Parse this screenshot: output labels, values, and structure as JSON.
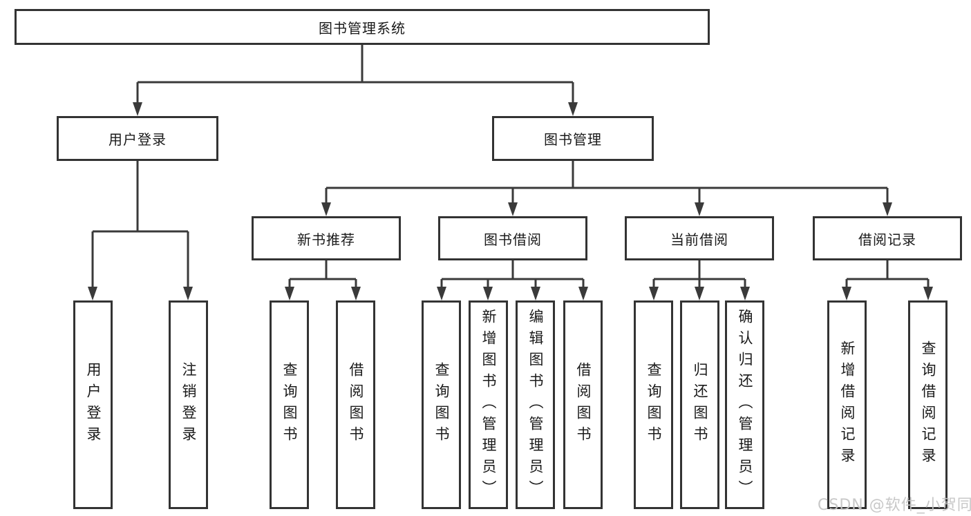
{
  "diagram": {
    "title": "图书管理系统",
    "root": {
      "label": "图书管理系统"
    },
    "level2": [
      {
        "id": "user-login",
        "label": "用户登录"
      },
      {
        "id": "book-management",
        "label": "图书管理"
      }
    ],
    "level3": [
      {
        "id": "new-book-recommend",
        "label": "新书推荐",
        "parent": "图书管理"
      },
      {
        "id": "book-borrow",
        "label": "图书借阅",
        "parent": "图书管理"
      },
      {
        "id": "current-borrow",
        "label": "当前借阅",
        "parent": "图书管理"
      },
      {
        "id": "borrow-records",
        "label": "借阅记录",
        "parent": "图书管理"
      }
    ],
    "leaves": [
      {
        "label": "用户登录",
        "parent": "用户登录"
      },
      {
        "label": "注销登录",
        "parent": "用户登录"
      },
      {
        "label": "查询图书",
        "parent": "新书推荐"
      },
      {
        "label": "借阅图书",
        "parent": "新书推荐"
      },
      {
        "label": "查询图书",
        "parent": "图书借阅"
      },
      {
        "label": "新增图书（管理员）",
        "parent": "图书借阅"
      },
      {
        "label": "编辑图书（管理员）",
        "parent": "图书借阅"
      },
      {
        "label": "借阅图书",
        "parent": "图书借阅"
      },
      {
        "label": "查询图书",
        "parent": "当前借阅"
      },
      {
        "label": "归还图书",
        "parent": "当前借阅"
      },
      {
        "label": "确认归还（管理员）",
        "parent": "当前借阅"
      },
      {
        "label": "新增借阅记录",
        "parent": "借阅记录"
      },
      {
        "label": "查询借阅记录",
        "parent": "借阅记录"
      }
    ],
    "colors": {
      "line": "#3a3a3a",
      "border": "#333333",
      "text": "#1a1a1a",
      "background": "#ffffff",
      "watermark": "#c5c5c5"
    }
  },
  "watermark": {
    "text": "CSDN @软件_小贺同学"
  }
}
